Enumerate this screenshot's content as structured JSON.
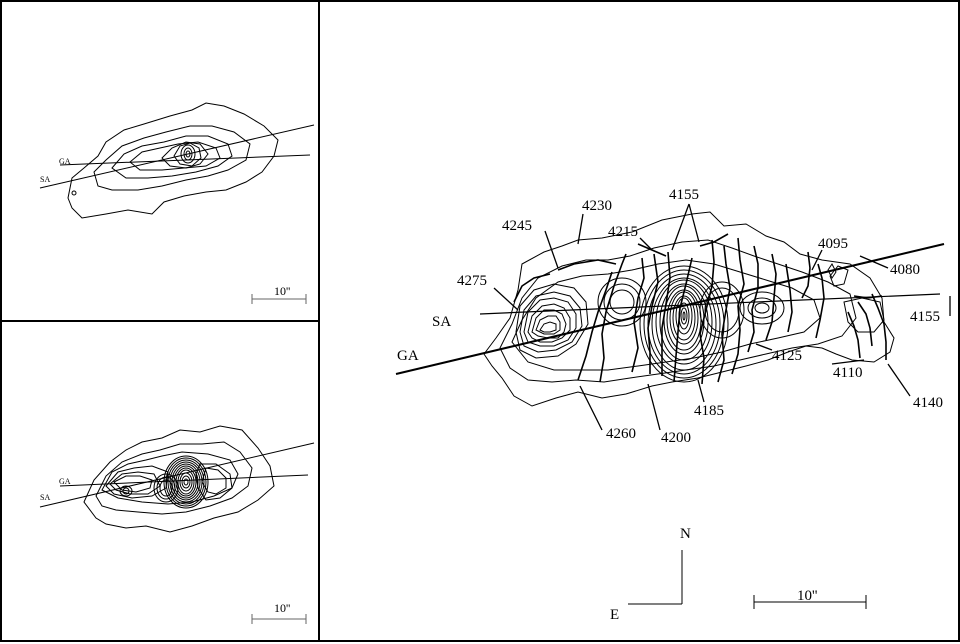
{
  "panels": {
    "top_left": {
      "line_labels": [
        "GA",
        "SA"
      ],
      "scale_label": "10''"
    },
    "bottom_left": {
      "line_labels": [
        "GA",
        "SA"
      ],
      "scale_label": "10''"
    },
    "main": {
      "line_labels": [
        "SA",
        "GA"
      ],
      "velocity_labels": [
        "4155",
        "4230",
        "4245",
        "4215",
        "4095",
        "4080",
        "4275",
        "4155",
        "4125",
        "4110",
        "4185",
        "4140",
        "4260",
        "4200"
      ],
      "compass": {
        "north": "N",
        "east": "E"
      },
      "scale_label": "10''"
    }
  }
}
